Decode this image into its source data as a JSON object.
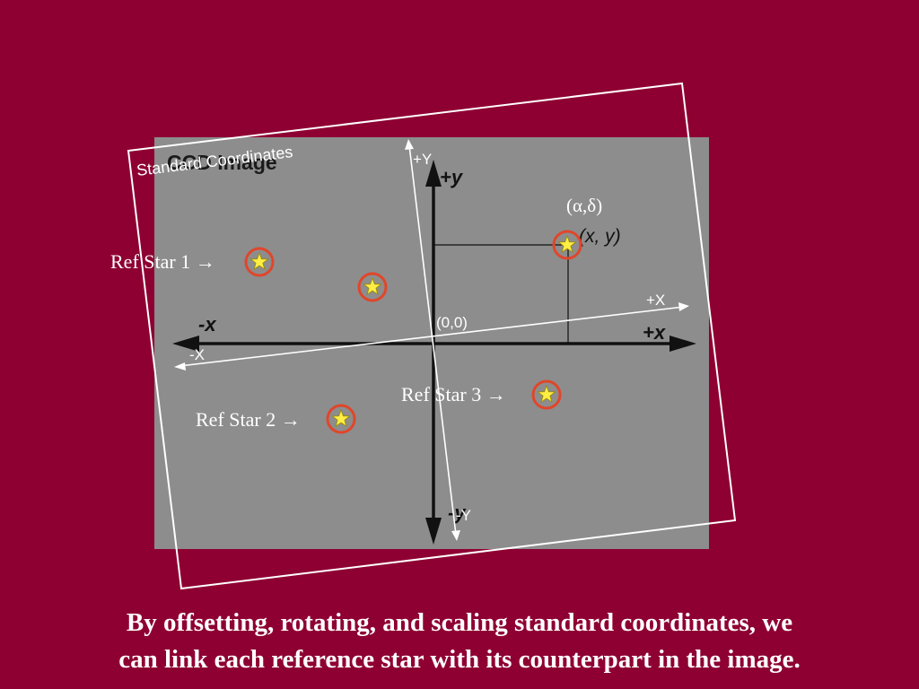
{
  "ccd_image": {
    "title": "CCD Image",
    "axis_plus_y": "+y",
    "axis_minus_y": "-y",
    "axis_plus_x": "+x",
    "axis_minus_x": "-x",
    "origin": "(0,0)",
    "point_label": "(x, y)"
  },
  "standard_frame": {
    "title": "Standard Coordinates",
    "axis_plus_Y": "+Y",
    "axis_minus_Y": "-Y",
    "axis_plus_X": "+X",
    "axis_minus_X": "-X",
    "celestial_label": "(α,δ)"
  },
  "reference_stars": [
    {
      "label": "Ref Star 1 →"
    },
    {
      "label": "Ref Star 2 →"
    },
    {
      "label": "Ref Star 3 →"
    }
  ],
  "caption": {
    "line1": "By offsetting, rotating, and scaling standard coordinates, we",
    "line2": "can link each reference star with its counterpart in the image."
  },
  "colors": {
    "background": "#8e0032",
    "ccd_fill": "#8d8d8d",
    "star_fill": "#ffee44",
    "star_ring": "#e0462a",
    "frame": "#ffffff"
  }
}
